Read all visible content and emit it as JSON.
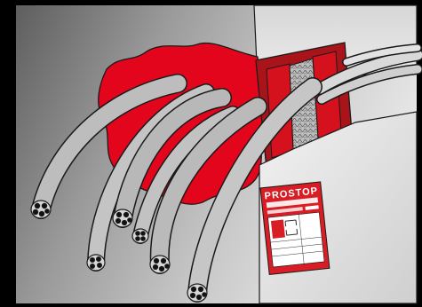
{
  "illustration": {
    "colors": {
      "wall_light": "#e4e4e4",
      "wall_dark": "#6f6f6f",
      "sealant_red": "#e3051b",
      "frame_red": "#a8141a",
      "cable_grey": "#bdbdbd",
      "outline": "#1a1a1a",
      "border_black": "#000000"
    },
    "icons": [
      "cable-bundle",
      "fire-seal-patch",
      "concrete-wall",
      "penetration-label"
    ]
  },
  "label": {
    "brand": "PROSTOP",
    "colors": {
      "label_red": "#d81e24",
      "label_white": "#ffffff"
    }
  }
}
